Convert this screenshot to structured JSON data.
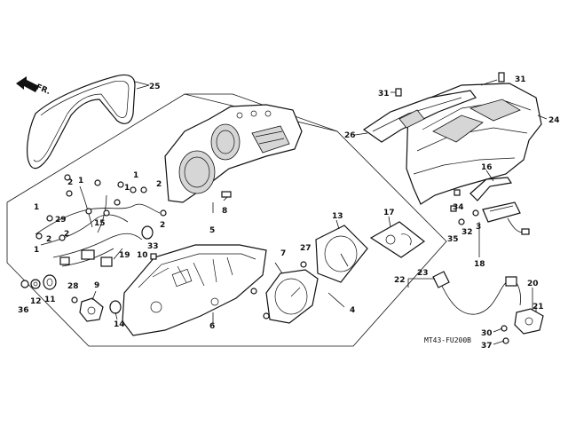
{
  "direction_label": "FR.",
  "diagram_code": "MT43-FU200B",
  "callouts": {
    "c1a": "1",
    "c1b": "1",
    "c1c": "1",
    "c1d": "1",
    "c1e": "1",
    "c2a": "2",
    "c2b": "2",
    "c2c": "2",
    "c2d": "2",
    "c2e": "2",
    "c3": "3",
    "c4": "4",
    "c5": "5",
    "c6": "6",
    "c7": "7",
    "c8": "8",
    "c9": "9",
    "c10": "10",
    "c11": "11",
    "c12": "12",
    "c13": "13",
    "c14": "14",
    "c15": "15",
    "c16": "16",
    "c17": "17",
    "c18": "18",
    "c19": "19",
    "c20": "20",
    "c21": "21",
    "c22": "22",
    "c23": "23",
    "c24": "24",
    "c25": "25",
    "c26": "26",
    "c27": "27",
    "c28": "28",
    "c29": "29",
    "c30": "30",
    "c31a": "31",
    "c31b": "31",
    "c32": "32",
    "c33": "33",
    "c34": "34",
    "c35": "35",
    "c36": "36",
    "c37": "37"
  }
}
